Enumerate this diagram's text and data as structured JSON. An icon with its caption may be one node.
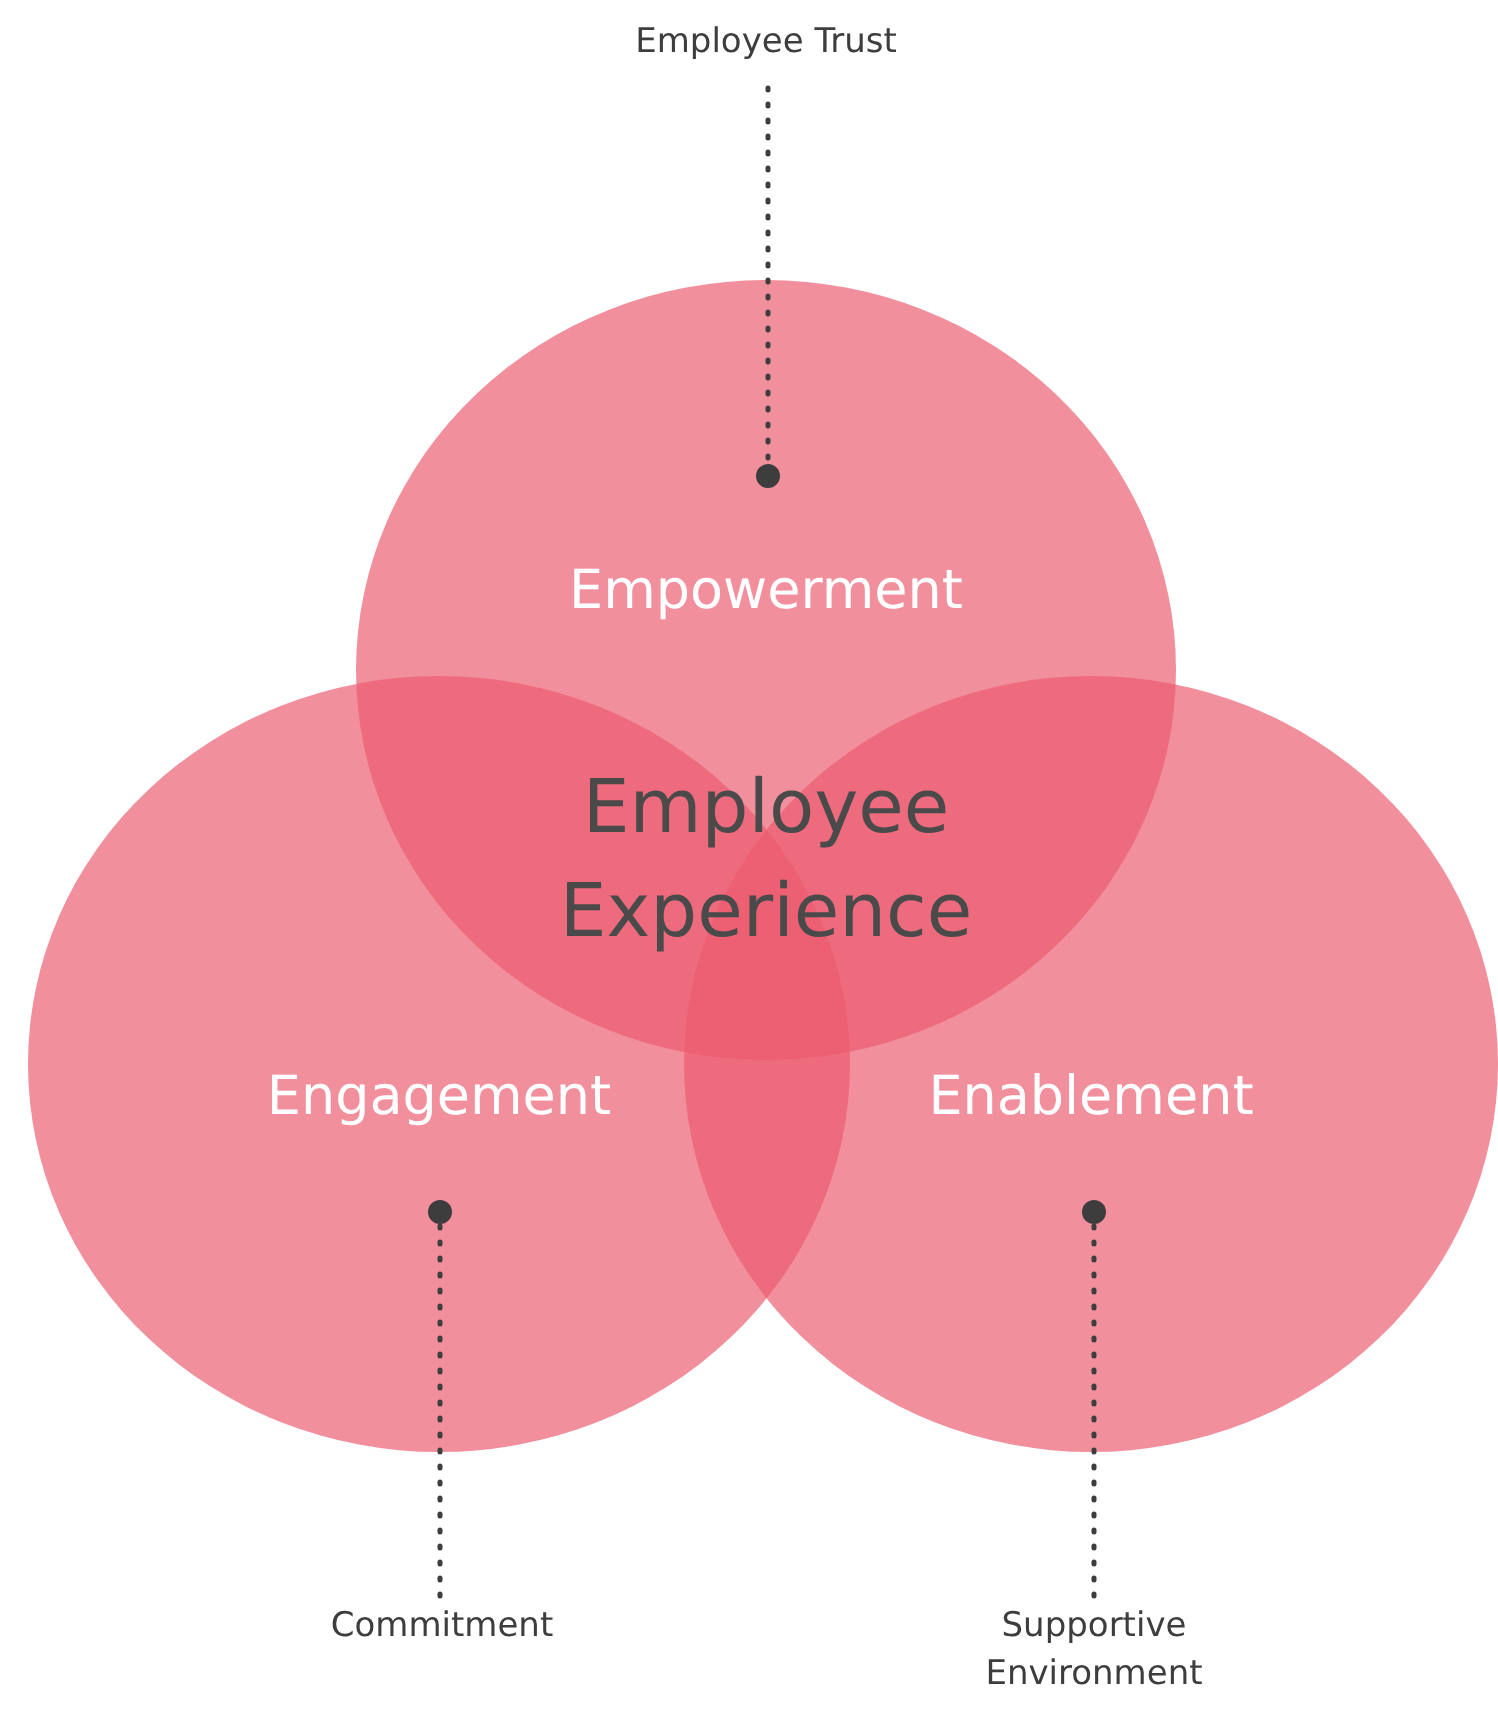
{
  "diagram": {
    "nodes": [
      {
        "text": [
          "Employee Trust"
        ]
      },
      {
        "text": [
          "Empowerment"
        ]
      },
      {
        "text": [],
        "shape": "circle",
        "in": 1
      },
      {
        "text": [
          "Engagement"
        ]
      },
      {
        "text": [],
        "shape": "circle",
        "in": 3
      },
      {
        "text": [
          "Enablement"
        ]
      },
      {
        "text": [],
        "shape": "circle",
        "in": 5
      },
      {
        "text": [
          "Commitment"
        ]
      },
      {
        "text": [
          "Supportive Environment"
        ]
      }
    ],
    "edges": [
      {
        "from": 0,
        "to": 2,
        "arrow": "none",
        "style": "dashed"
      },
      {
        "from": 7,
        "to": 4,
        "arrow": "none",
        "style": "dashed"
      },
      {
        "from": 8,
        "to": 6,
        "arrow": "none",
        "style": "dashed"
      }
    ],
    "labels": [
      "Employee Experience"
    ]
  }
}
